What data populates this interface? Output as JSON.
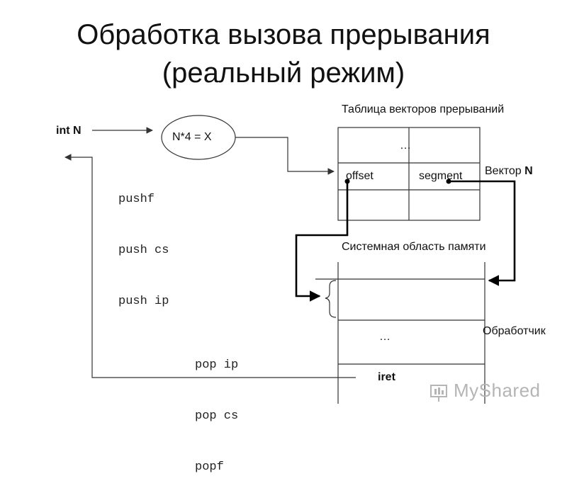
{
  "title": {
    "line1": "Обработка вызова прерывания",
    "line2": "(реальный режим)"
  },
  "labels": {
    "int_n": "int N",
    "formula": "N*4 = X",
    "vector_table": "Таблица векторов прерываний",
    "table_ellipsis": "…",
    "offset": "offset",
    "segment": "segment",
    "vector_prefix": "Вектор ",
    "vector_n": "N",
    "system_area": "Системная область памяти",
    "handler": "Обработчик",
    "handler_ellipsis": "…",
    "iret": "iret"
  },
  "code_push": [
    "pushf",
    "push cs",
    "push ip"
  ],
  "code_pop": [
    "pop ip",
    "pop cs",
    "popf"
  ],
  "watermark": "MyShared",
  "colors": {
    "line": "#333333",
    "thick_line": "#000000",
    "watermark": "#b5b5b5"
  }
}
